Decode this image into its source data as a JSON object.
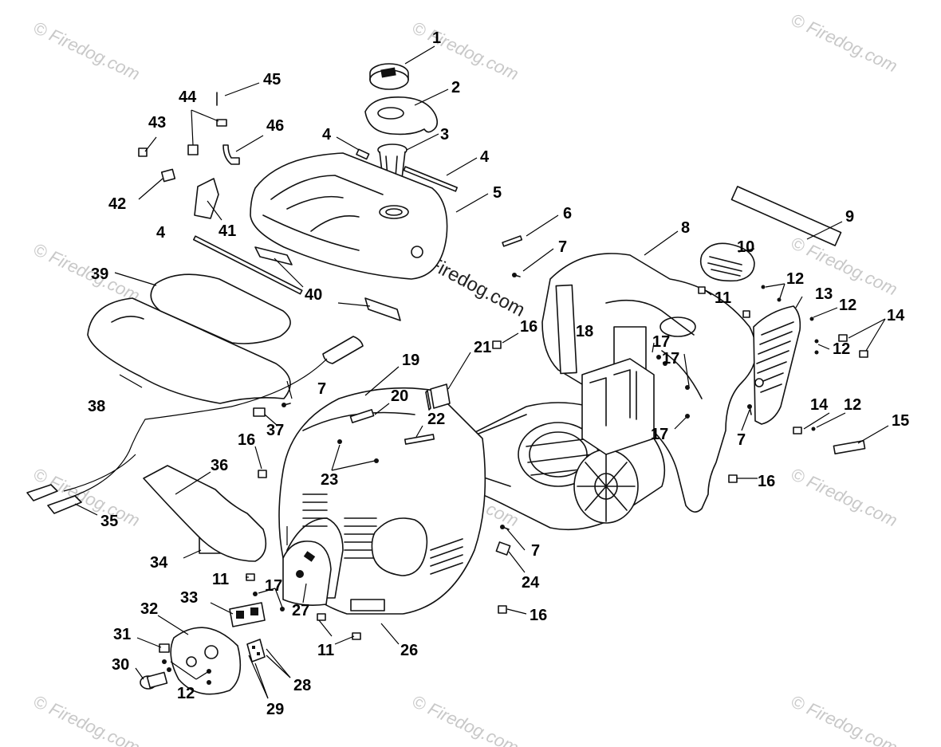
{
  "watermark": {
    "text": "Firedog.com",
    "symbol": "©"
  },
  "callouts": {
    "c1": "1",
    "c2": "2",
    "c3": "3",
    "c4a": "4",
    "c4b": "4",
    "c4c": "4",
    "c5": "5",
    "c6": "6",
    "c7a": "7",
    "c7b": "7",
    "c7c": "7",
    "c7d": "7",
    "c8": "8",
    "c9": "9",
    "c10": "10",
    "c11a": "11",
    "c11b": "11",
    "c11c": "11",
    "c12a": "12",
    "c12b": "12",
    "c12c": "12",
    "c12d": "12",
    "c12e": "12",
    "c13": "13",
    "c14a": "14",
    "c14b": "14",
    "c15": "15",
    "c16a": "16",
    "c16b": "16",
    "c16c": "16",
    "c16d": "16",
    "c17a": "17",
    "c17b": "17",
    "c17c": "17",
    "c17d": "17",
    "c18": "18",
    "c19": "19",
    "c20": "20",
    "c21": "21",
    "c22": "22",
    "c23": "23",
    "c24": "24",
    "c26": "26",
    "c27": "27",
    "c28": "28",
    "c29": "29",
    "c30": "30",
    "c31": "31",
    "c32": "32",
    "c33": "33",
    "c34": "34",
    "c35": "35",
    "c36": "36",
    "c37": "37",
    "c38": "38",
    "c39": "39",
    "c40": "40",
    "c41": "41",
    "c42": "42",
    "c43": "43",
    "c44": "44",
    "c45": "45",
    "c46": "46"
  }
}
